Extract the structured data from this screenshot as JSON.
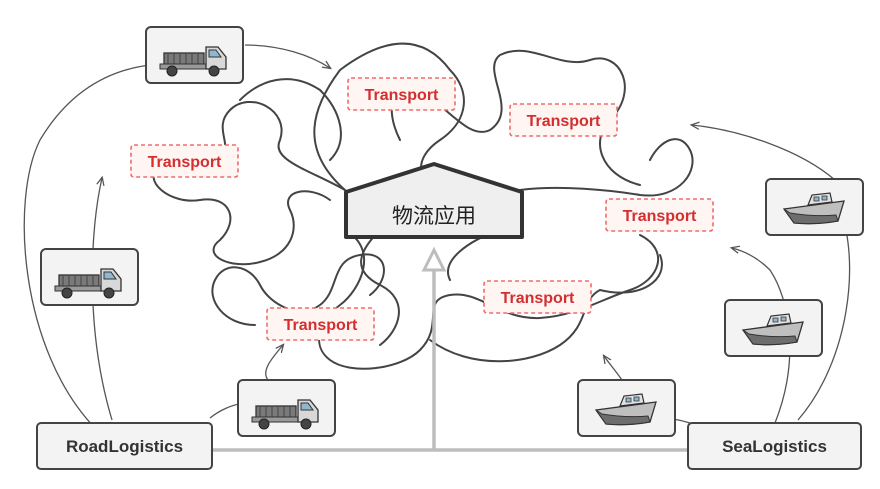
{
  "app": {
    "label": "物流应用"
  },
  "transport_labels": [
    "Transport",
    "Transport",
    "Transport",
    "Transport",
    "Transport",
    "Transport"
  ],
  "road_logistics": {
    "label": "RoadLogistics"
  },
  "sea_logistics": {
    "label": "SeaLogistics"
  },
  "vehicle_icons": [
    "truck-icon",
    "truck-icon",
    "truck-icon",
    "ship-icon",
    "ship-icon",
    "ship-icon"
  ],
  "colors": {
    "transport_text": "#d32f2f",
    "transport_border": "#ef6c6c",
    "transport_fill": "#fff5f3",
    "line": "#444444",
    "inheritance": "#bdbdbd",
    "box_border": "#444444",
    "box_fill": "#f3f3f3"
  }
}
